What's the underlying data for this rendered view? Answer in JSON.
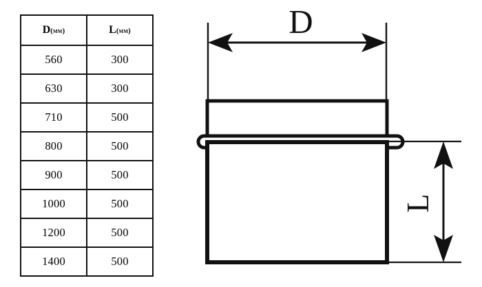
{
  "table": {
    "columns": [
      {
        "symbol": "D",
        "unit": "(мм)"
      },
      {
        "symbol": "L",
        "unit": "(мм)"
      }
    ],
    "rows": [
      {
        "d": "560",
        "l": "300"
      },
      {
        "d": "630",
        "l": "300"
      },
      {
        "d": "710",
        "l": "500"
      },
      {
        "d": "800",
        "l": "500"
      },
      {
        "d": "900",
        "l": "500"
      },
      {
        "d": "1000",
        "l": "500"
      },
      {
        "d": "1200",
        "l": "500"
      },
      {
        "d": "1400",
        "l": "500"
      }
    ]
  },
  "drawing": {
    "dimension_d_label": "D",
    "dimension_l_label": "L",
    "line_color": "#111111",
    "fill_color": "#ffffff"
  }
}
